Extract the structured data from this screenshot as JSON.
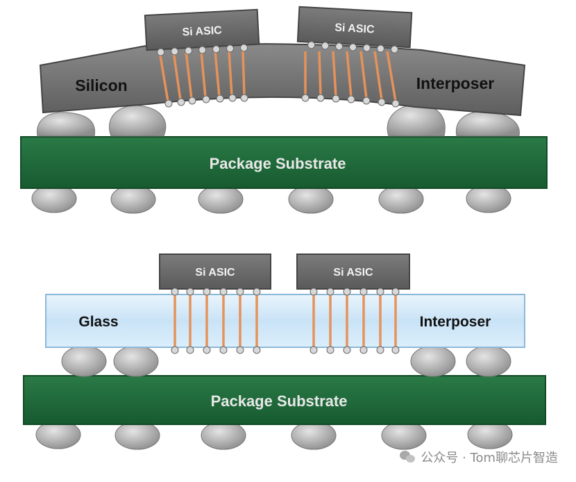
{
  "top_diagram": {
    "asic_left": "Si ASIC",
    "asic_right": "Si ASIC",
    "interposer_left": "Silicon",
    "interposer_right": "Interposer",
    "substrate": "Package Substrate"
  },
  "bottom_diagram": {
    "asic_left": "Si ASIC",
    "asic_right": "Si ASIC",
    "interposer_left": "Glass",
    "interposer_right": "Interposer",
    "substrate": "Package Substrate"
  },
  "watermark": "公众号 · Tom聊芯片智造",
  "colors": {
    "substrate": "#1f6b3a",
    "silicon": "#6f6f6f",
    "glass": "#cfe6f7",
    "asic": "#6b6b6b",
    "via": "#e6925a",
    "bump": "#b9b9b9"
  },
  "icons": {
    "watermark": "wechat-icon"
  }
}
